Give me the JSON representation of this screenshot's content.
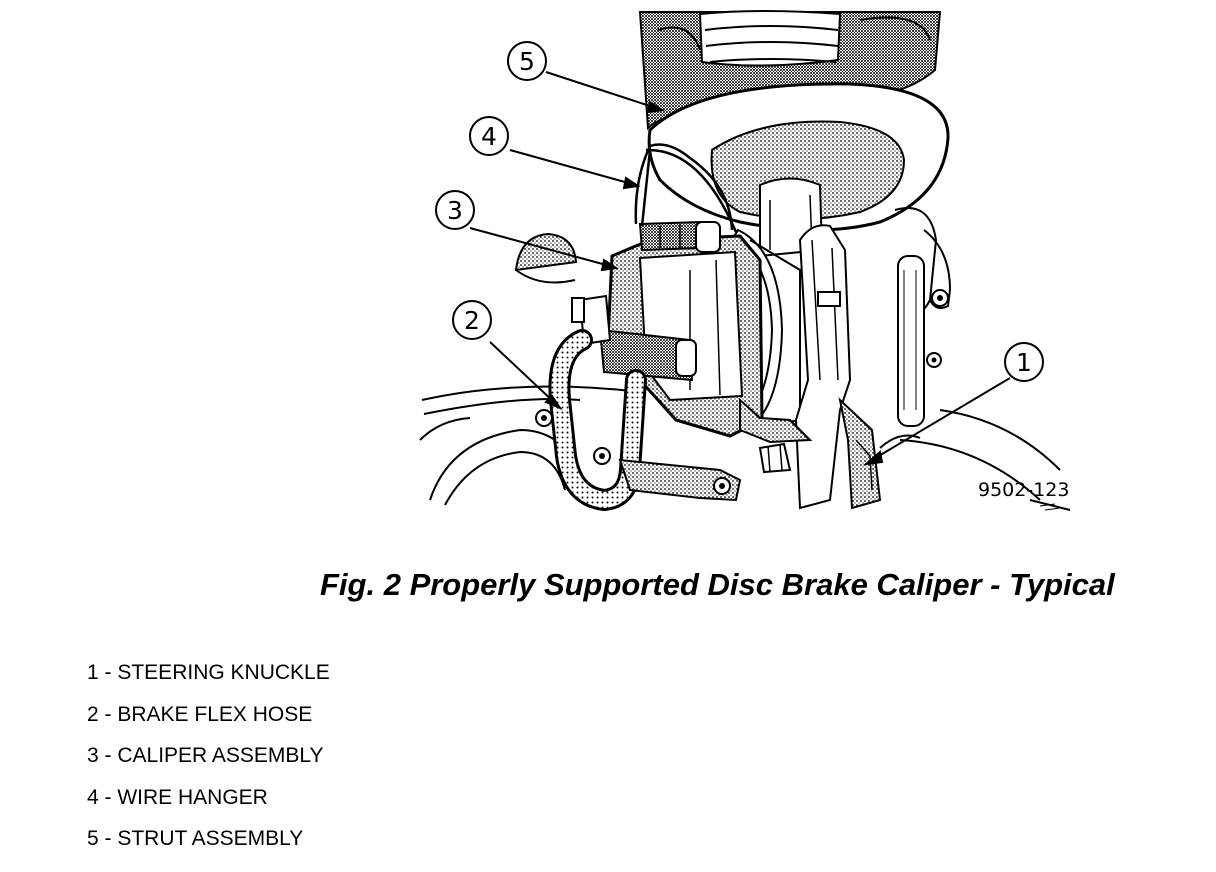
{
  "figure": {
    "id_code": "9502-123",
    "caption": "Fig. 2 Properly Supported Disc Brake Caliper - Typical"
  },
  "callouts": [
    "1",
    "2",
    "3",
    "4",
    "5"
  ],
  "legend": [
    {
      "number": "1",
      "text": "1 - STEERING KNUCKLE"
    },
    {
      "number": "2",
      "text": "2 - BRAKE FLEX HOSE"
    },
    {
      "number": "3",
      "text": "3 - CALIPER ASSEMBLY"
    },
    {
      "number": "4",
      "text": "4 - WIRE HANGER"
    },
    {
      "number": "5",
      "text": "5 - STRUT ASSEMBLY"
    }
  ]
}
